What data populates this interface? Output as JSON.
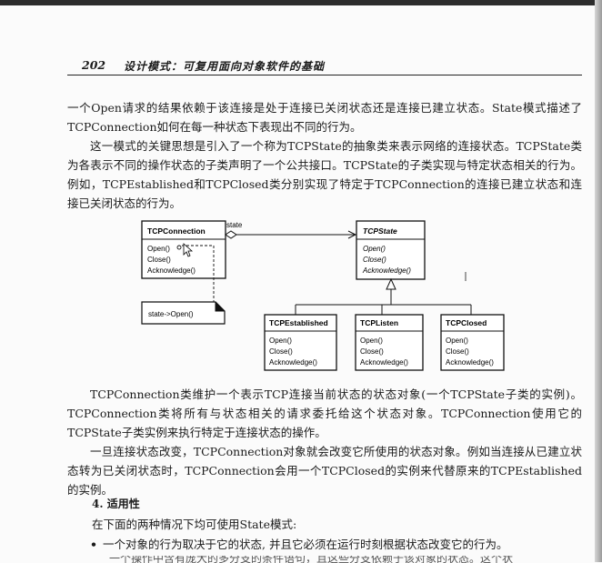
{
  "header": {
    "page_number": "202",
    "book_title": "设计模式：可复用面向对象软件的基础"
  },
  "paragraphs": {
    "p1": "一个Open请求的结果依赖于该连接是处于连接已关闭状态还是连接已建立状态。State模式描述了TCPConnection如何在每一种状态下表现出不同的行为。",
    "p2": "这一模式的关键思想是引入了一个称为TCPState的抽象类来表示网络的连接状态。TCPState类为各表示不同的操作状态的子类声明了一个公共接口。TCPState的子类实现与特定状态相关的行为。例如，TCPEstablished和TCPClosed类分别实现了特定于TCPConnection的连接已建立状态和连接已关闭状态的行为。",
    "p3": "TCPConnection类维护一个表示TCP连接当前状态的状态对象(一个TCPState子类的实例)。TCPConnection类将所有与状态相关的请求委托给这个状态对象。TCPConnection使用它的TCPState子类实例来执行特定于连接状态的操作。",
    "p4": "一旦连接状态改变，TCPConnection对象就会改变它所使用的状态对象。例如当连接从已建立状态转为已关闭状态时，TCPConnection会用一个TCPClosed的实例来代替原来的TCPEstablished的实例。",
    "section": "4. 适用性",
    "p5": "在下面的两种情况下均可使用State模式:",
    "bullet1": "一个对象的行为取决于它的状态, 并且它必须在运行时刻根据状态改变它的行为。",
    "cut_line": "一个操作中含有庞大的多分支的条件语句，且这些分支依赖于该对象的状态。这个状"
  },
  "diagram": {
    "context_class": {
      "name": "TCPConnection",
      "operations": [
        "Open()",
        "Close()",
        "Acknowledge()"
      ]
    },
    "association_label": "state",
    "note": "state->Open()",
    "abstract_class": {
      "name": "TCPState",
      "operations": [
        "Open()",
        "Close()",
        "Acknowledge()"
      ]
    },
    "subclasses": [
      {
        "name": "TCPEstablished",
        "operations": [
          "Open()",
          "Close()",
          "Acknowledge()"
        ]
      },
      {
        "name": "TCPListen",
        "operations": [
          "Open()",
          "Close()",
          "Acknowledge()"
        ]
      },
      {
        "name": "TCPClosed",
        "operations": [
          "Open()",
          "Close()",
          "Acknowledge()"
        ]
      }
    ]
  }
}
